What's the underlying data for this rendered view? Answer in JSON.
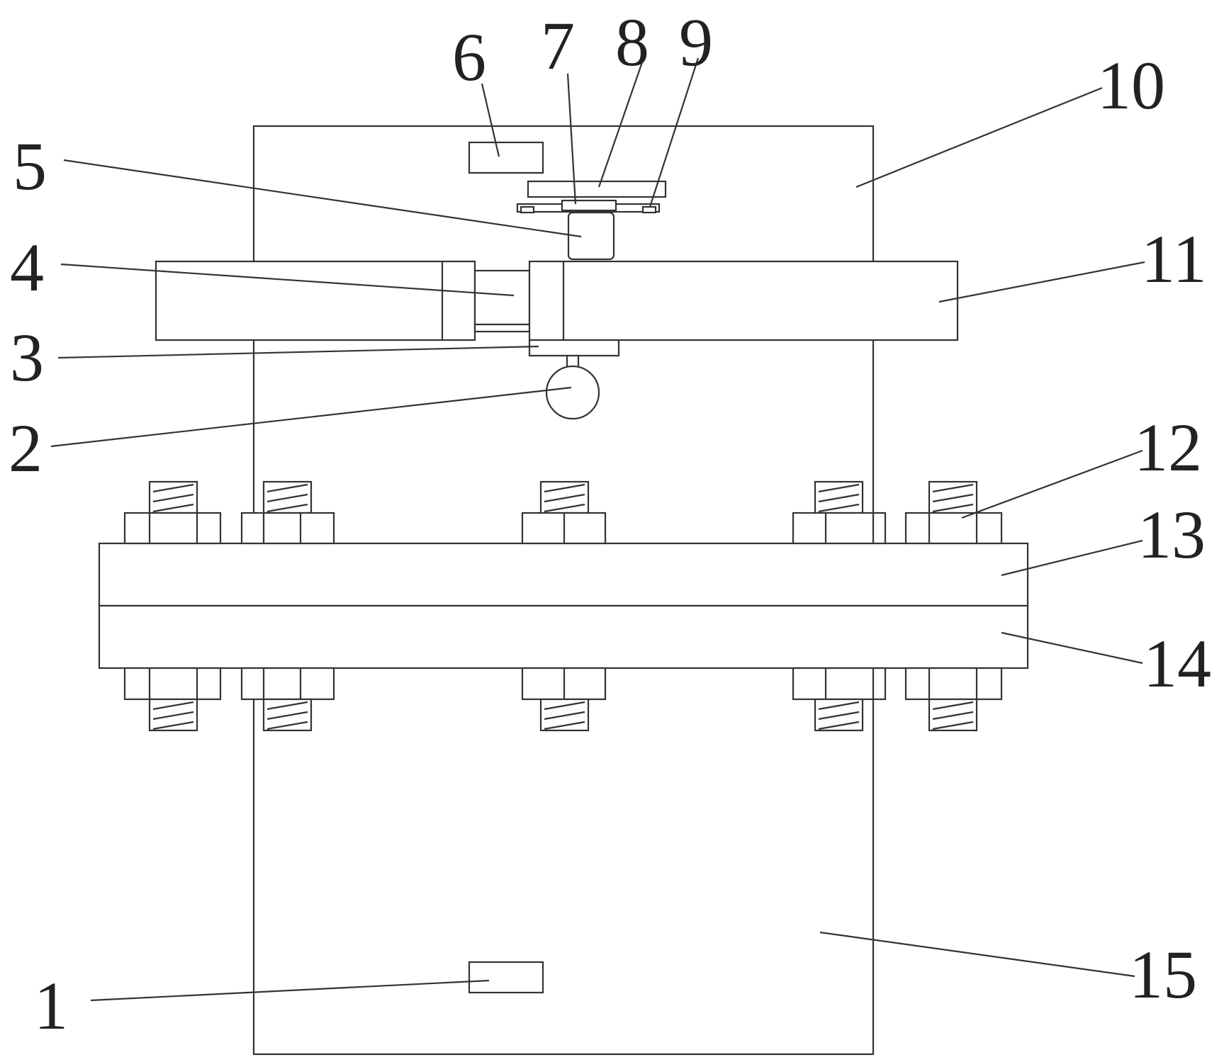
{
  "labels": {
    "l1": "1",
    "l2": "2",
    "l3": "3",
    "l4": "4",
    "l5": "5",
    "l6": "6",
    "l7": "7",
    "l8": "8",
    "l9": "9",
    "l10": "10",
    "l11": "11",
    "l12": "12",
    "l13": "13",
    "l14": "14",
    "l15": "15"
  }
}
